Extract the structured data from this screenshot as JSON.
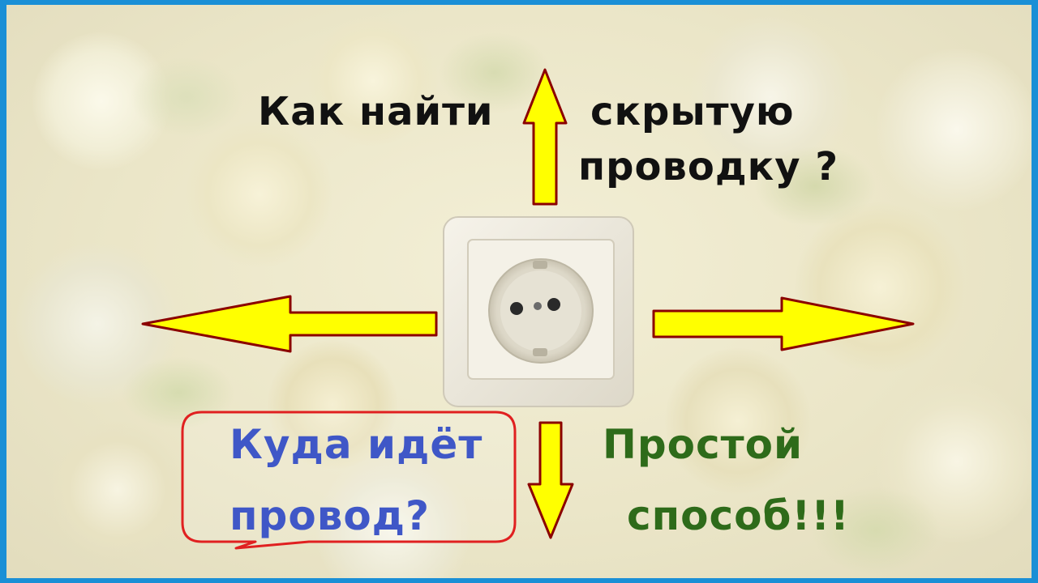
{
  "scene": {
    "colors": {
      "wallpaper": "#ece7ca",
      "border": "#1a8fd6",
      "arrow_fill": "#ffff00",
      "arrow_stroke": "#8b0000",
      "bubble_stroke": "#e02020",
      "text_dark": "#111111",
      "text_blue": "#3f57c7",
      "text_green": "#2e6b1a"
    },
    "icons": [
      "arrow-up-icon",
      "arrow-left-icon",
      "arrow-right-icon",
      "arrow-down-icon",
      "power-socket-icon"
    ]
  },
  "texts": {
    "title_part1": "Как найти",
    "title_part2": "скрытую",
    "title_part3": "проводку ?",
    "bubble_line1": "Куда идёт",
    "bubble_line2": "провод?",
    "green_line1": "Простой",
    "green_line2": "способ!!!"
  }
}
